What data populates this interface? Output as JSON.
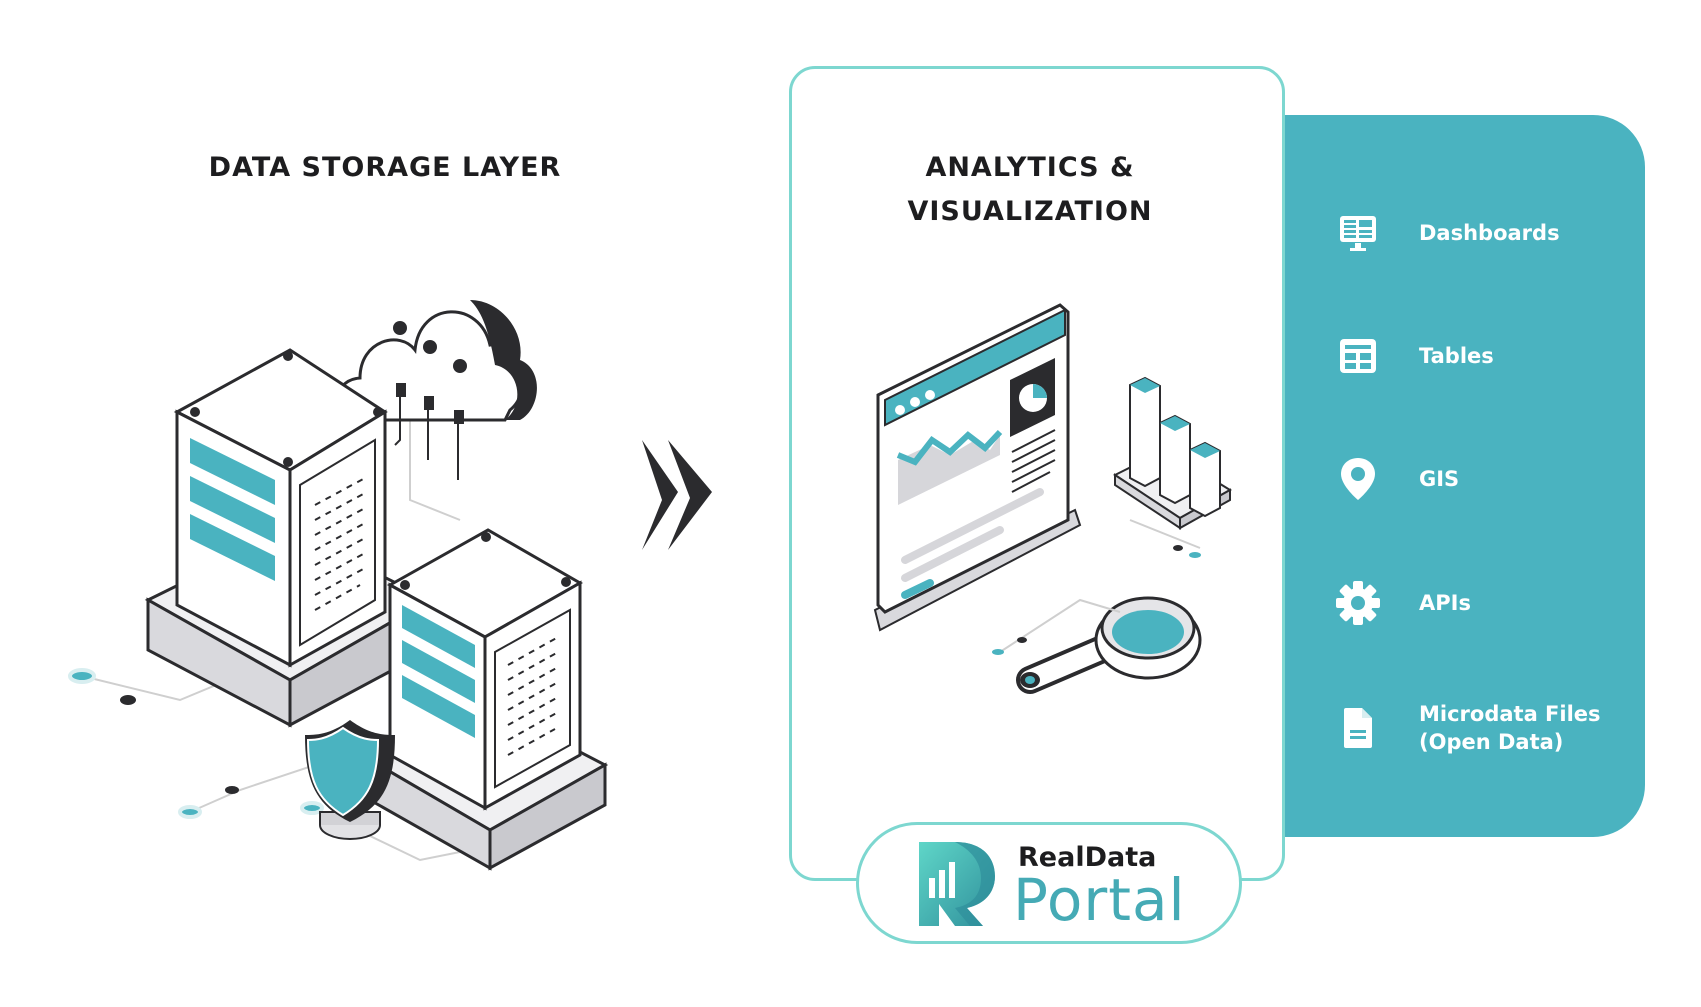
{
  "storage": {
    "title": "DATA STORAGE LAYER"
  },
  "analytics": {
    "title_line1": "ANALYTICS &",
    "title_line2": "VISUALIZATION"
  },
  "features": [
    {
      "label": "Dashboards",
      "icon": "dashboard-monitor-icon"
    },
    {
      "label": "Tables",
      "icon": "table-grid-icon"
    },
    {
      "label": "GIS",
      "icon": "map-pin-icon"
    },
    {
      "label": "APIs",
      "icon": "gear-icon"
    },
    {
      "label": "Microdata Files\n(Open Data)",
      "icon": "document-icon"
    }
  ],
  "brand": {
    "name_top": "RealData",
    "name_bottom": "Portal",
    "logo_icon": "realdata-r-logo-icon"
  },
  "colors": {
    "teal": "#4ab3c0",
    "teal_border": "#7dd7d0",
    "dark": "#1d1d1f",
    "brand_text": "#45aab5"
  }
}
